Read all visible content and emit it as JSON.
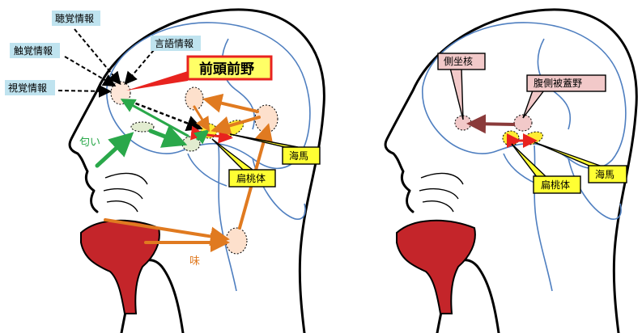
{
  "left_panel": {
    "labels": {
      "hearing": "聴覚情報",
      "touch": "触覚情報",
      "language": "言語情報",
      "vision": "視覚情報",
      "prefrontal": "前頭前野",
      "smell": "匂い",
      "taste": "味",
      "amygdala": "扁桃体",
      "hippocampus": "海馬"
    }
  },
  "right_panel": {
    "labels": {
      "nucleus_accumbens": "側坐核",
      "vta": "腹側被蓋野",
      "amygdala": "扁桃体",
      "hippocampus": "海馬"
    }
  },
  "colors": {
    "info_label_bg": "#bfe3ef",
    "region_label_bg": "#ffff33",
    "prefrontal_border": "#e8231f",
    "pink_label_bg": "#f2c9c9",
    "brain_lines": "#4f7fc0",
    "smell_arrow": "#2aa84a",
    "taste_arrow": "#e07a20",
    "mouth": "#c4252a"
  }
}
